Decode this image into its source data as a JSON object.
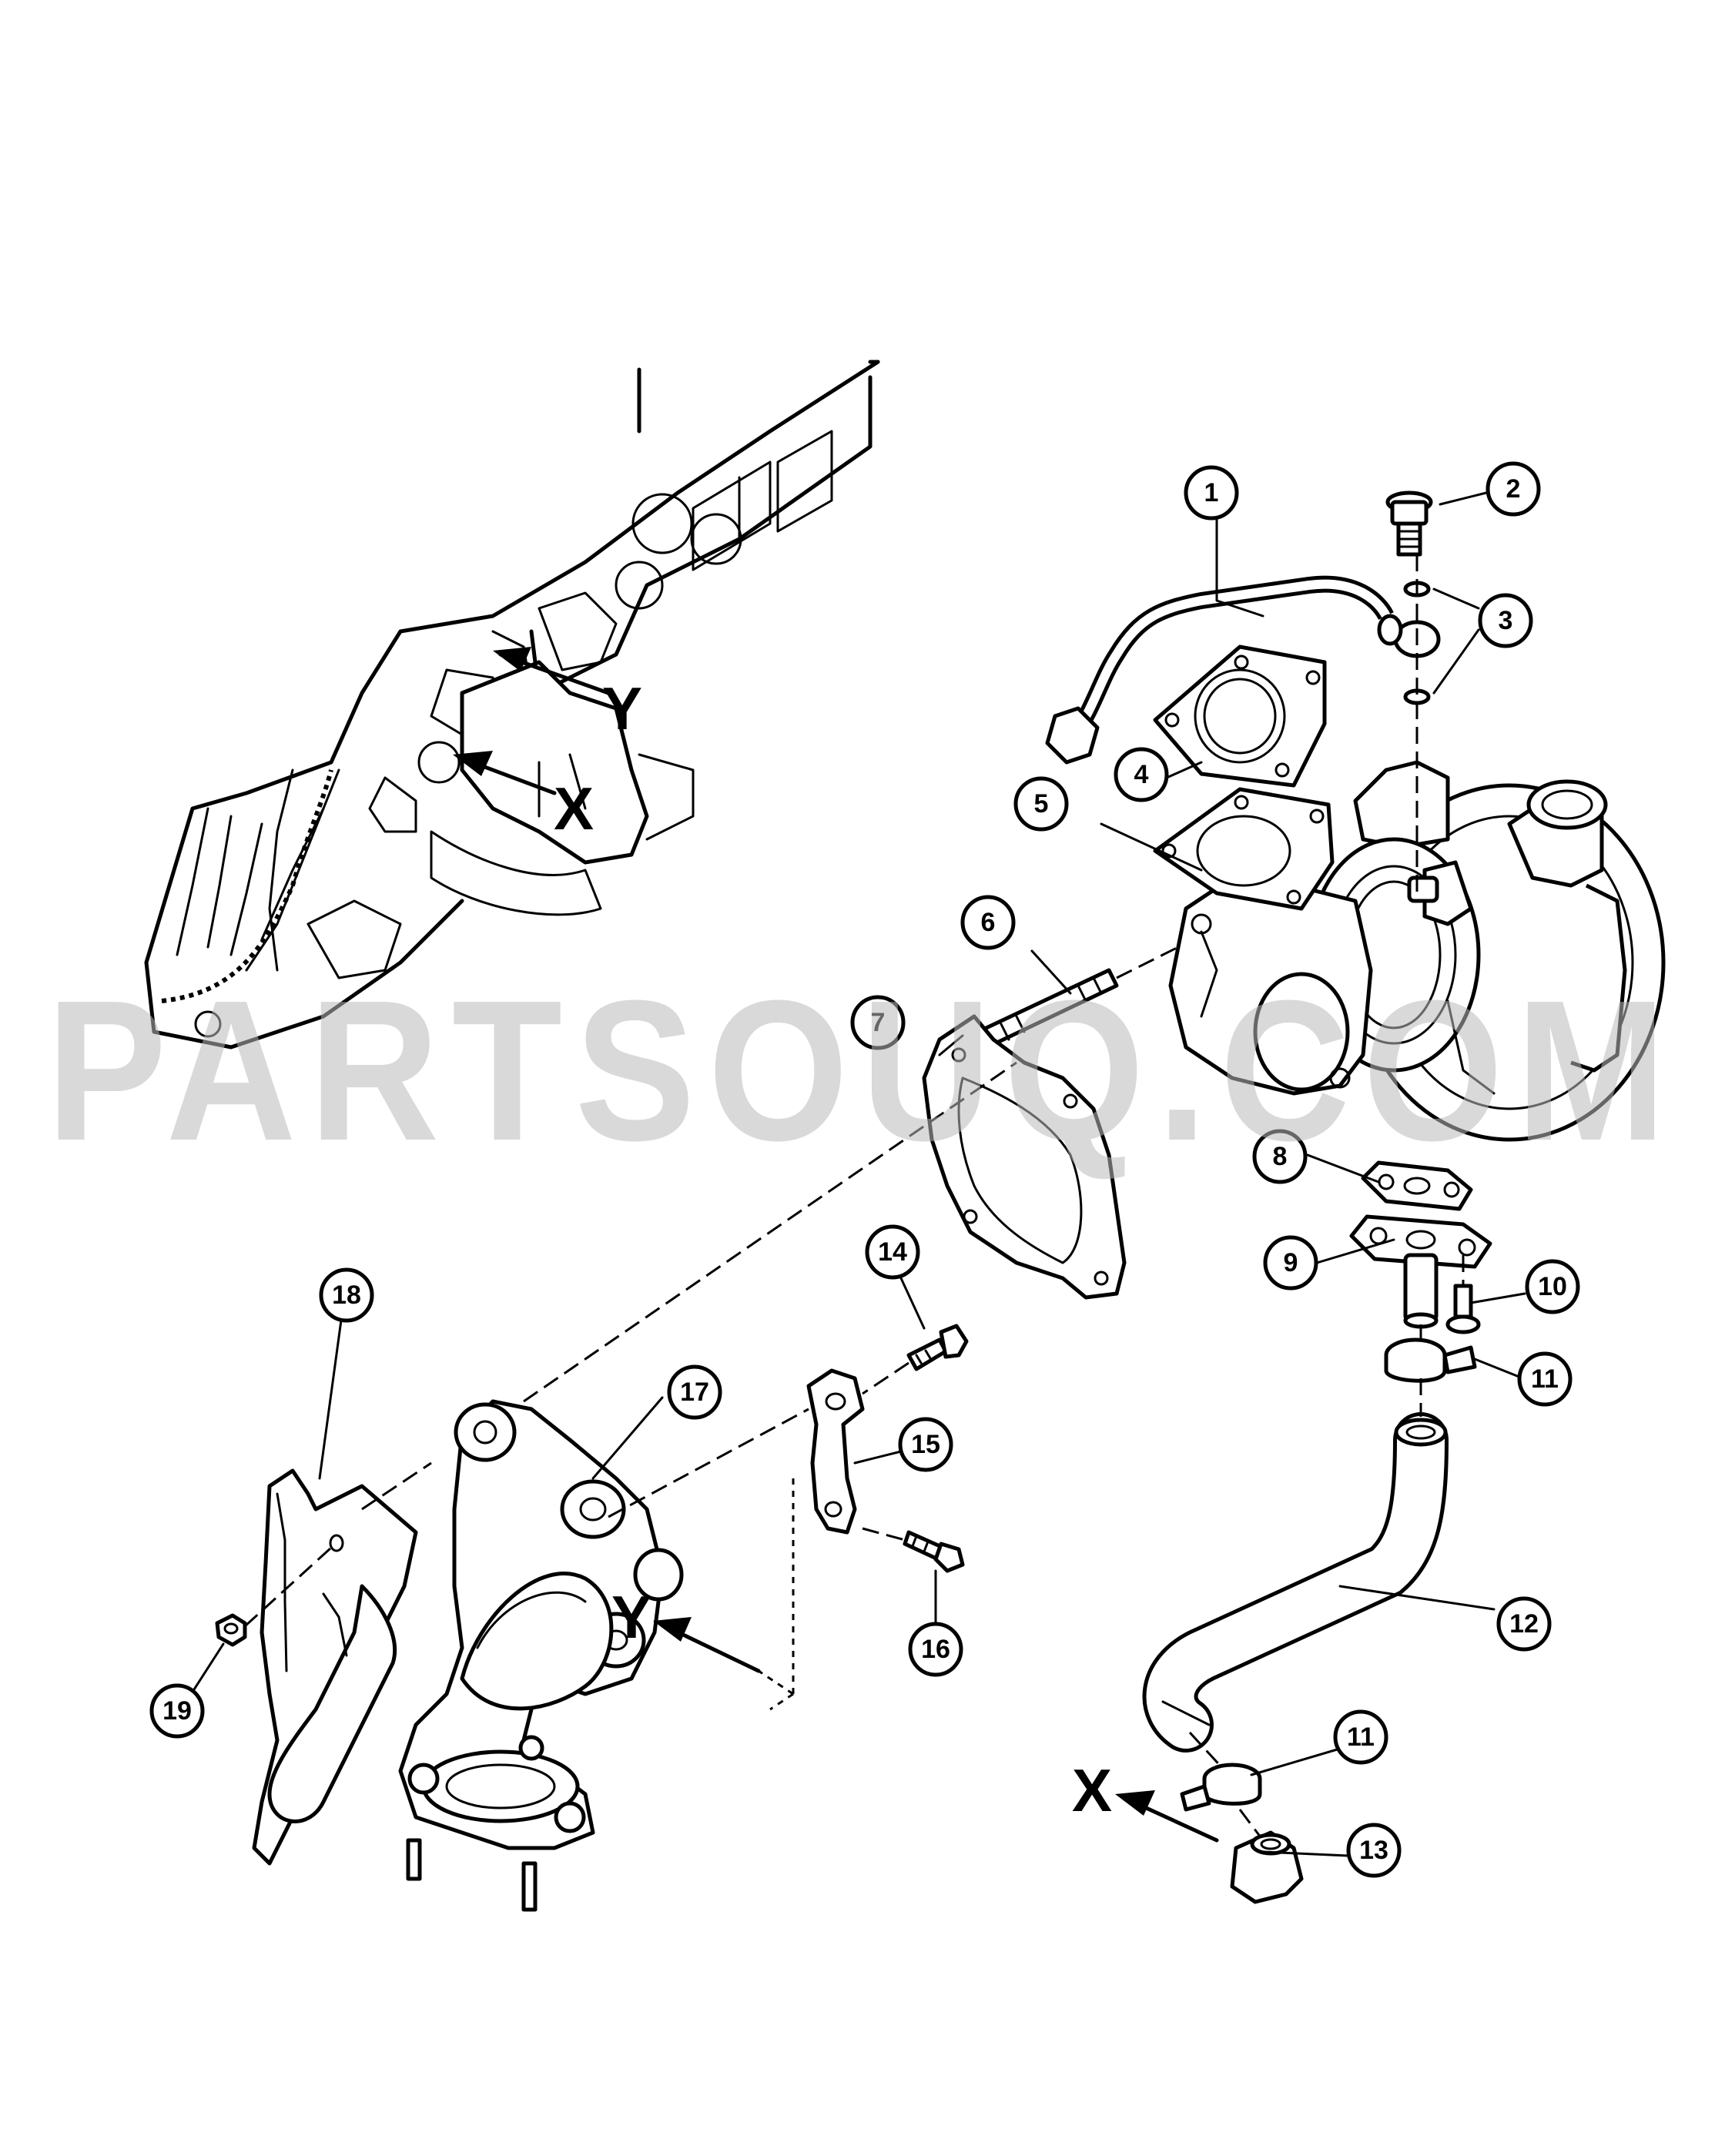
{
  "watermark": "PARTSOUQ.COM",
  "view_letters": {
    "x_upper": "X",
    "y_upper": "Y",
    "y_lower": "Y",
    "x_lower": "X"
  },
  "callouts": [
    "1",
    "2",
    "3",
    "4",
    "5",
    "6",
    "7",
    "8",
    "9",
    "10",
    "11",
    "12",
    "13",
    "14",
    "15",
    "16",
    "17",
    "18",
    "19",
    "11"
  ]
}
